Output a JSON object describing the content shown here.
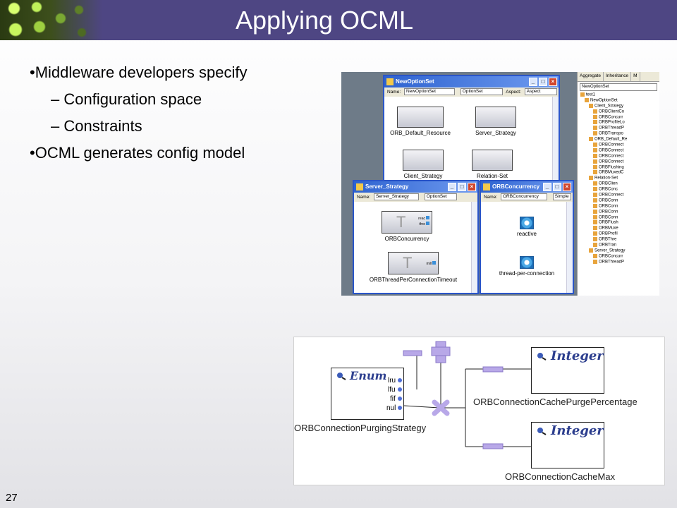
{
  "slide": {
    "title": "Applying OCML",
    "page_number": "27",
    "bullets": [
      {
        "text": "Middleware developers specify",
        "level": 1,
        "marker": "•"
      },
      {
        "text": "Configuration space",
        "level": 2,
        "marker": "–"
      },
      {
        "text": "Constraints",
        "level": 2,
        "marker": "–"
      },
      {
        "text": "OCML generates config model",
        "level": 1,
        "marker": "•"
      }
    ]
  },
  "colors": {
    "header": "#4e4683",
    "window_title": "#2e63d0",
    "connector": "#b8a8e8",
    "integer_title": "#2c3e8e"
  },
  "gme_screenshot": {
    "windows": {
      "new_option_set": {
        "title": "NewOptionSet",
        "name_label": "Name:",
        "name_value": "NewOptionSet",
        "kind": "OptionSet",
        "aspect_label": "Aspect:",
        "aspect_value": "Aspect",
        "models": [
          "ORB_Default_Resource",
          "Server_Strategy",
          "Client_Strategy",
          "Relation-Set"
        ]
      },
      "server_strategy": {
        "title": "Server_Strategy",
        "name_label": "Name:",
        "name_value": "Server_Strategy",
        "kind": "OptionSet",
        "models": [
          {
            "label": "ORBConcurrency",
            "ports": [
              "reac",
              "thre"
            ]
          },
          {
            "label": "ORBThreadPerConnectionTimeout",
            "ports": [
              "mill"
            ]
          }
        ]
      },
      "orb_concurrency": {
        "title": "ORBConcurrency",
        "name_label": "Name:",
        "name_value": "ORBConcurrency",
        "kind": "Simple",
        "items": [
          "reactive",
          "thread-per-connection"
        ]
      }
    },
    "browser": {
      "tabs": [
        "Aggregate",
        "Inheritance",
        "M"
      ],
      "combo": "NewOptionSet",
      "tree": [
        {
          "label": "test1",
          "depth": 0
        },
        {
          "label": "NewOptionSet",
          "depth": 1
        },
        {
          "label": "Client_Strategy",
          "depth": 2
        },
        {
          "label": "ORBClientCo",
          "depth": 3
        },
        {
          "label": "ORBConcurr",
          "depth": 3
        },
        {
          "label": "ORBProfileLo",
          "depth": 3
        },
        {
          "label": "ORBThreadP",
          "depth": 3
        },
        {
          "label": "ORBTranspo",
          "depth": 3
        },
        {
          "label": "ORB_Default_Re",
          "depth": 2
        },
        {
          "label": "ORBConnect",
          "depth": 3
        },
        {
          "label": "ORBConnect",
          "depth": 3
        },
        {
          "label": "ORBConnect",
          "depth": 3
        },
        {
          "label": "ORBConnect",
          "depth": 3
        },
        {
          "label": "ORBFlushing",
          "depth": 3
        },
        {
          "label": "ORBMuxedC",
          "depth": 3
        },
        {
          "label": "Relation-Set",
          "depth": 2
        },
        {
          "label": "ORBClien",
          "depth": 3
        },
        {
          "label": "ORBConc",
          "depth": 3
        },
        {
          "label": "ORBConnect",
          "depth": 3
        },
        {
          "label": "ORBConn",
          "depth": 3
        },
        {
          "label": "ORBConn",
          "depth": 3
        },
        {
          "label": "ORBConn",
          "depth": 3
        },
        {
          "label": "ORBConn",
          "depth": 3
        },
        {
          "label": "ORBFlush",
          "depth": 3
        },
        {
          "label": "ORBMuxe",
          "depth": 3
        },
        {
          "label": "ORBProfil",
          "depth": 3
        },
        {
          "label": "ORBThre",
          "depth": 3
        },
        {
          "label": "ORBTran",
          "depth": 3
        },
        {
          "label": "Server_Strategy",
          "depth": 2
        },
        {
          "label": "ORBConcurr",
          "depth": 3
        },
        {
          "label": "ORBThreadP",
          "depth": 3
        }
      ]
    }
  },
  "constraint_diagram": {
    "enum_box": {
      "title": "Enum",
      "label": "ORBConnectionPurgingStrategy",
      "attributes": [
        "lru",
        "lfu",
        "fif",
        "nul"
      ]
    },
    "integer_boxes": [
      {
        "title": "Integer",
        "label": "ORBConnectionCachePurgePercentage"
      },
      {
        "title": "Integer",
        "label": "ORBConnectionCacheMax"
      }
    ]
  }
}
